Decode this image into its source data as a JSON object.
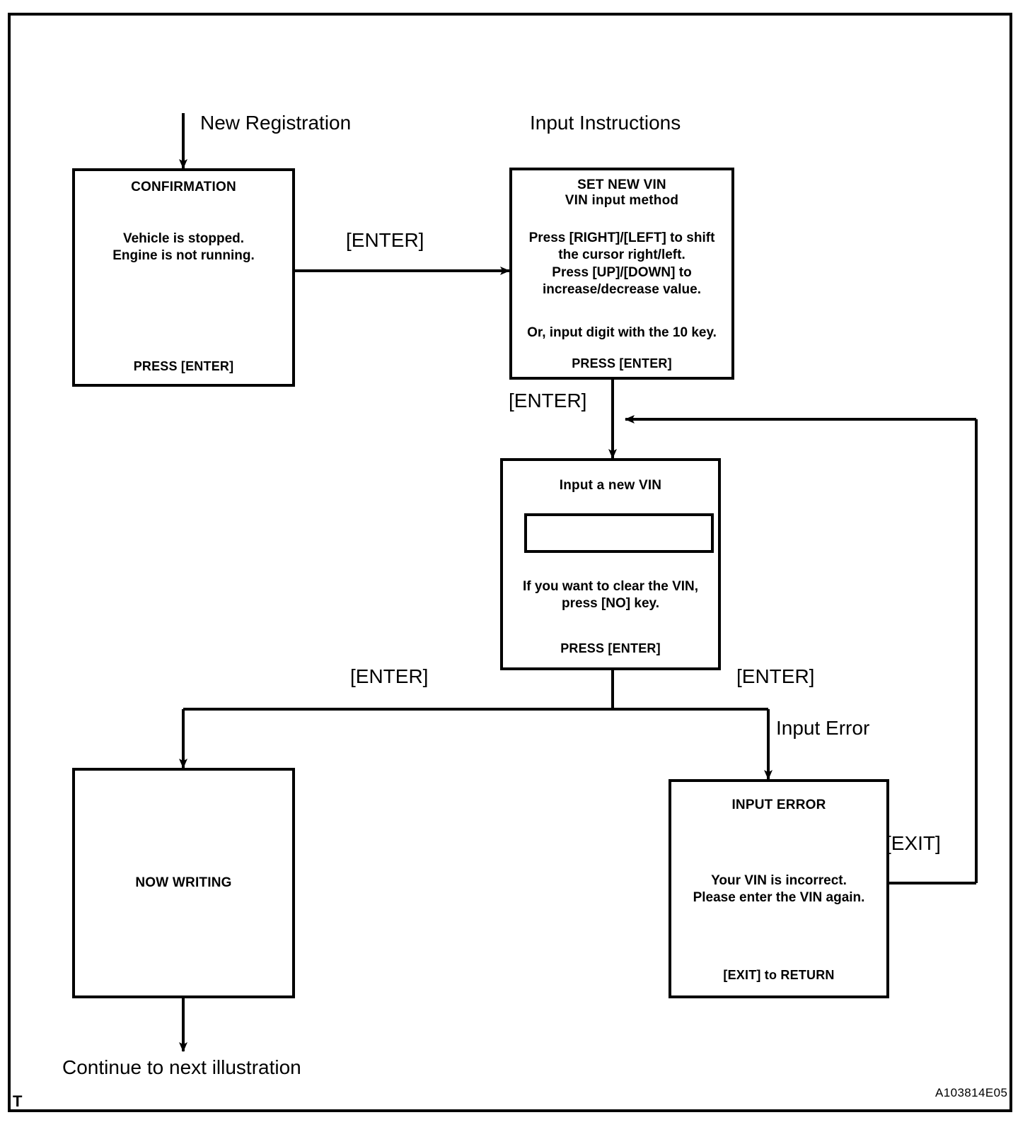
{
  "figure": {
    "id_code": "A103814E05",
    "corner_mark": "T"
  },
  "annotations": {
    "new_registration": "New Registration",
    "input_instructions": "Input Instructions",
    "input_error": "Input Error",
    "continue_next": "Continue to next illustration"
  },
  "edge_labels": {
    "confirm_to_setvin": "[ENTER]",
    "setvin_to_inputvin": "[ENTER]",
    "inputvin_to_writing": "[ENTER]",
    "inputvin_to_error": "[ENTER]",
    "error_loopback": "[EXIT]"
  },
  "screens": {
    "confirmation": {
      "title": "CONFIRMATION",
      "body_lines": [
        "Vehicle is stopped.",
        "Engine is not running."
      ],
      "footer": "PRESS [ENTER]"
    },
    "set_new_vin": {
      "title_line1": "SET NEW VIN",
      "title_line2": "VIN input method",
      "body_block1": [
        "Press [RIGHT]/[LEFT] to shift",
        "the cursor right/left.",
        "Press [UP]/[DOWN]  to",
        "increase/decrease value."
      ],
      "body_block2": [
        "Or, input digit with the 10 key."
      ],
      "footer": "PRESS [ENTER]"
    },
    "input_new_vin": {
      "title": "Input a new VIN",
      "field_value": "",
      "field_placeholder": "",
      "body_lines": [
        "If you want to clear the VIN,",
        "press [NO] key."
      ],
      "footer": "PRESS [ENTER]"
    },
    "now_writing": {
      "label": "NOW WRITING"
    },
    "input_error": {
      "title": "INPUT  ERROR",
      "body_lines": [
        "Your VIN is incorrect.",
        "Please enter the VIN again."
      ],
      "footer": "[EXIT] to RETURN"
    }
  },
  "colors": {
    "stroke": "#000000",
    "background": "#ffffff"
  }
}
